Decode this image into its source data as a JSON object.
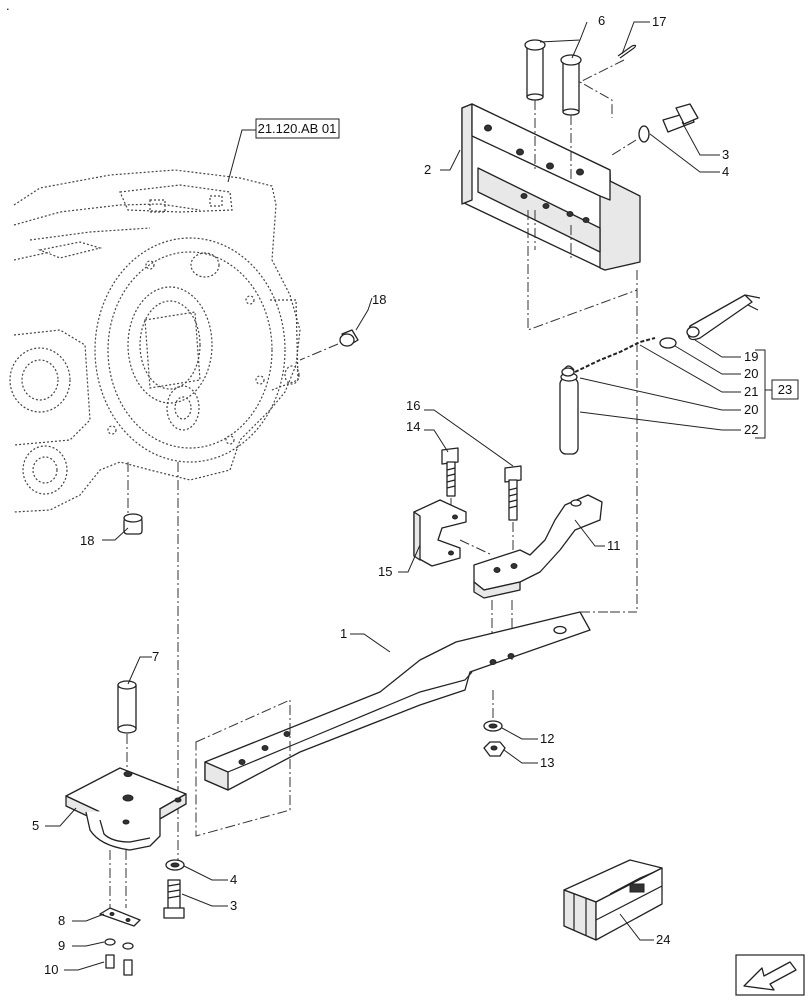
{
  "corner_mark": ".",
  "reference_box": "21.120.AB 01",
  "group_box": "23",
  "callouts": [
    {
      "id": "c1",
      "label": "1"
    },
    {
      "id": "c2",
      "label": "2"
    },
    {
      "id": "c3a",
      "label": "3"
    },
    {
      "id": "c3b",
      "label": "3"
    },
    {
      "id": "c4a",
      "label": "4"
    },
    {
      "id": "c4b",
      "label": "4"
    },
    {
      "id": "c5",
      "label": "5"
    },
    {
      "id": "c6",
      "label": "6"
    },
    {
      "id": "c7",
      "label": "7"
    },
    {
      "id": "c8",
      "label": "8"
    },
    {
      "id": "c9",
      "label": "9"
    },
    {
      "id": "c10",
      "label": "10"
    },
    {
      "id": "c11",
      "label": "11"
    },
    {
      "id": "c12",
      "label": "12"
    },
    {
      "id": "c13",
      "label": "13"
    },
    {
      "id": "c14",
      "label": "14"
    },
    {
      "id": "c15",
      "label": "15"
    },
    {
      "id": "c16",
      "label": "16"
    },
    {
      "id": "c17",
      "label": "17"
    },
    {
      "id": "c18a",
      "label": "18"
    },
    {
      "id": "c18b",
      "label": "18"
    },
    {
      "id": "c19",
      "label": "19"
    },
    {
      "id": "c20a",
      "label": "20"
    },
    {
      "id": "c20b",
      "label": "20"
    },
    {
      "id": "c21",
      "label": "21"
    },
    {
      "id": "c22",
      "label": "22"
    },
    {
      "id": "c24",
      "label": "24"
    }
  ],
  "icons": {
    "kit_box": "wooden-crate-icon",
    "orientation": "arrow-down-left-icon"
  }
}
